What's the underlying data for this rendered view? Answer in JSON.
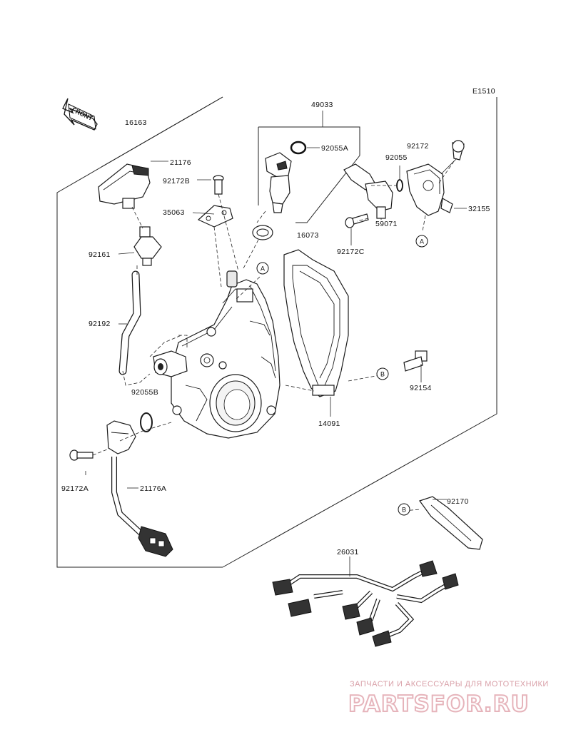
{
  "diagram": {
    "code": "E1510",
    "front_label": "FRONT",
    "refs": {
      "a": "A",
      "b": "B"
    },
    "parts": {
      "p16163": "16163",
      "p21176": "21176",
      "p92172B": "92172B",
      "p35063": "35063",
      "p92161": "92161",
      "p92192": "92192",
      "p92055B": "92055B",
      "p92172A": "92172A",
      "p21176A": "21176A",
      "p49033": "49033",
      "p92055A": "92055A",
      "p16073": "16073",
      "p92172": "92172",
      "p92055": "92055",
      "p32155": "32155",
      "p59071": "59071",
      "p92172C": "92172C",
      "p14091": "14091",
      "p92154": "92154",
      "p92170": "92170",
      "p26031": "26031"
    }
  },
  "watermark": {
    "tagline": "ЗАПЧАСТИ И АКСЕССУАРЫ ДЛЯ МОТОТЕХНИКИ",
    "brand": "PARTSFOR.RU"
  }
}
